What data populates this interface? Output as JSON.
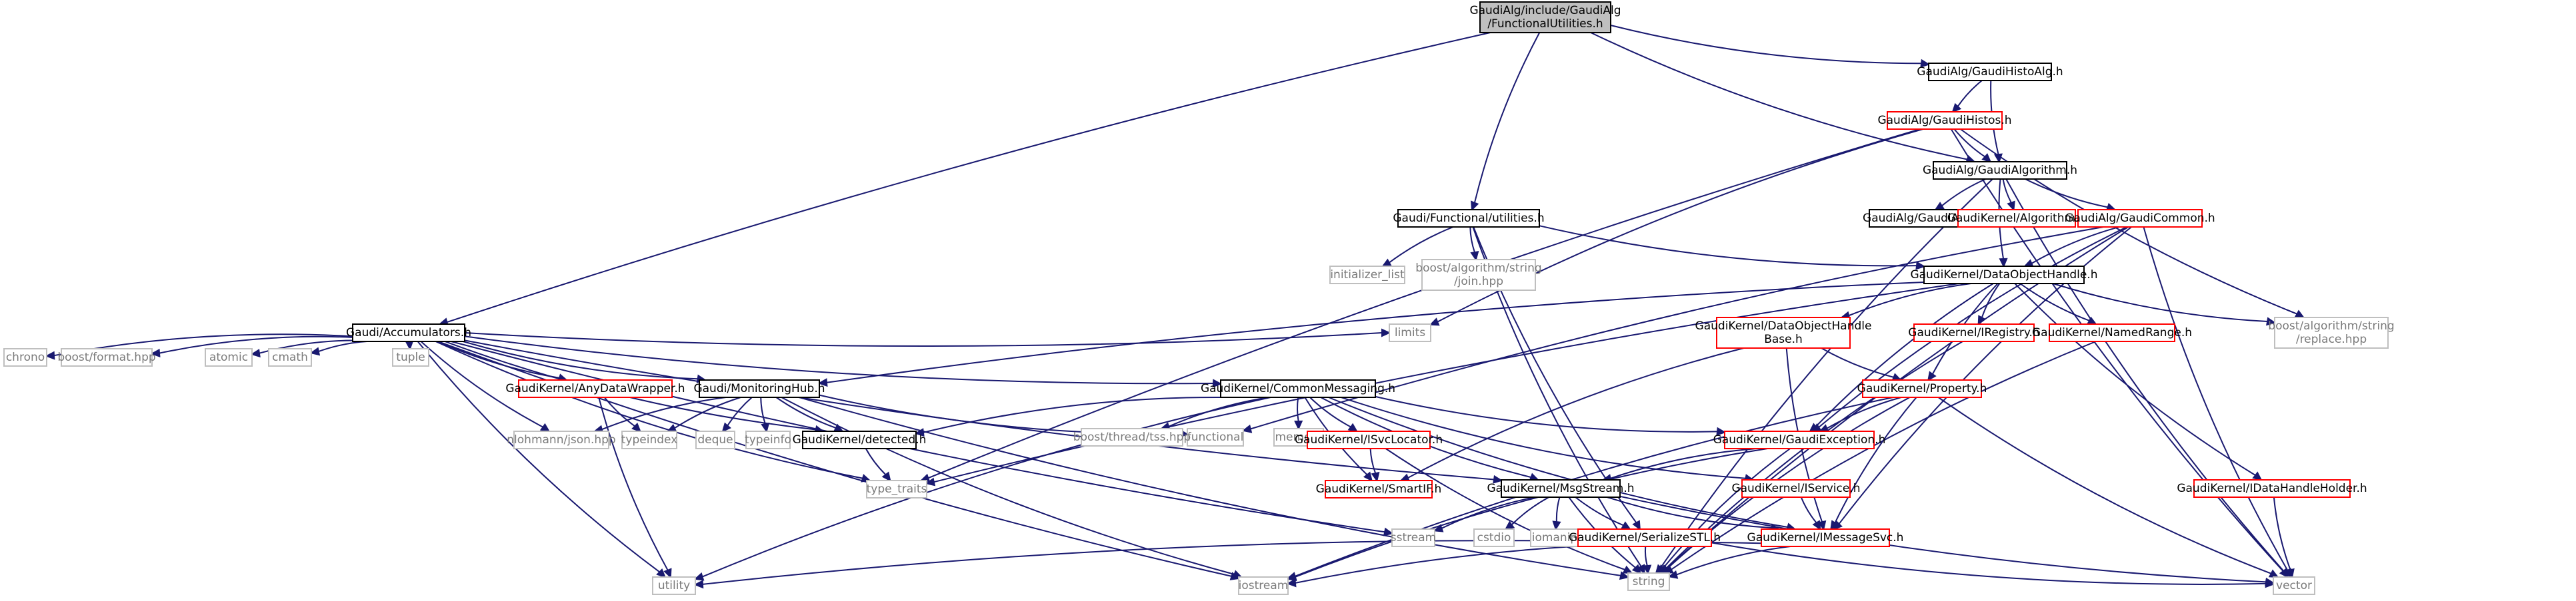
{
  "colors": {
    "root_fill": "#bfbfbf",
    "root_border": "#000000",
    "local_border": "#000000",
    "link_border": "#ff0000",
    "system_border": "#bfbfbf",
    "edge": "#191970"
  },
  "nodes": [
    {
      "id": "root",
      "kind": "root",
      "lines": [
        "GaudiAlg/include/GaudiAlg",
        "/FunctionalUtilities.h"
      ]
    },
    {
      "id": "histoalg",
      "kind": "local",
      "lines": [
        "GaudiAlg/GaudiHistoAlg.h"
      ]
    },
    {
      "id": "histos",
      "kind": "link",
      "lines": [
        "GaudiAlg/GaudiHistos.h"
      ]
    },
    {
      "id": "algorithm",
      "kind": "local",
      "lines": [
        "GaudiAlg/GaudiAlgorithm.h"
      ]
    },
    {
      "id": "gaudialg",
      "kind": "local",
      "lines": [
        "GaudiAlg/GaudiAlg.h"
      ]
    },
    {
      "id": "gkalgorithm",
      "kind": "link",
      "lines": [
        "GaudiKernel/Algorithm.h"
      ]
    },
    {
      "id": "common",
      "kind": "link",
      "lines": [
        "GaudiAlg/GaudiCommon.h"
      ]
    },
    {
      "id": "funcutil",
      "kind": "local",
      "lines": [
        "Gaudi/Functional/utilities.h"
      ]
    },
    {
      "id": "initlist",
      "kind": "sys",
      "lines": [
        "initializer_list"
      ]
    },
    {
      "id": "joinhpp",
      "kind": "sys",
      "lines": [
        "boost/algorithm/string",
        "/join.hpp"
      ]
    },
    {
      "id": "dohandle",
      "kind": "local",
      "lines": [
        "GaudiKernel/DataObjectHandle.h"
      ]
    },
    {
      "id": "accum",
      "kind": "local",
      "lines": [
        "Gaudi/Accumulators.h"
      ]
    },
    {
      "id": "chrono",
      "kind": "sys",
      "lines": [
        "chrono"
      ]
    },
    {
      "id": "format",
      "kind": "sys",
      "lines": [
        "boost/format.hpp"
      ]
    },
    {
      "id": "atomic",
      "kind": "sys",
      "lines": [
        "atomic"
      ]
    },
    {
      "id": "cmath",
      "kind": "sys",
      "lines": [
        "cmath"
      ]
    },
    {
      "id": "tuple",
      "kind": "sys",
      "lines": [
        "tuple"
      ]
    },
    {
      "id": "limits",
      "kind": "sys",
      "lines": [
        "limits"
      ]
    },
    {
      "id": "anydata",
      "kind": "link",
      "lines": [
        "GaudiKernel/AnyDataWrapper.h"
      ]
    },
    {
      "id": "monhub",
      "kind": "local",
      "lines": [
        "Gaudi/MonitoringHub.h"
      ]
    },
    {
      "id": "cmsg",
      "kind": "local",
      "lines": [
        "GaudiKernel/CommonMessaging.h"
      ]
    },
    {
      "id": "dohbase",
      "kind": "link",
      "lines": [
        "GaudiKernel/DataObjectHandle",
        "Base.h"
      ]
    },
    {
      "id": "iregistry",
      "kind": "link",
      "lines": [
        "GaudiKernel/IRegistry.h"
      ]
    },
    {
      "id": "namedrange",
      "kind": "link",
      "lines": [
        "GaudiKernel/NamedRange.h"
      ]
    },
    {
      "id": "replace",
      "kind": "sys",
      "lines": [
        "boost/algorithm/string",
        "/replace.hpp"
      ]
    },
    {
      "id": "property",
      "kind": "link",
      "lines": [
        "GaudiKernel/Property.h"
      ]
    },
    {
      "id": "functional",
      "kind": "sys",
      "lines": [
        "functional"
      ]
    },
    {
      "id": "memory",
      "kind": "sys",
      "lines": [
        "memory"
      ]
    },
    {
      "id": "tss",
      "kind": "sys",
      "lines": [
        "boost/thread/tss.hpp"
      ]
    },
    {
      "id": "nlohmann",
      "kind": "sys",
      "lines": [
        "nlohmann/json.hpp"
      ]
    },
    {
      "id": "typeindex",
      "kind": "sys",
      "lines": [
        "typeindex"
      ]
    },
    {
      "id": "deque",
      "kind": "sys",
      "lines": [
        "deque"
      ]
    },
    {
      "id": "typeinfo",
      "kind": "sys",
      "lines": [
        "typeinfo"
      ]
    },
    {
      "id": "detected",
      "kind": "local",
      "lines": [
        "GaudiKernel/detected.h"
      ]
    },
    {
      "id": "isvcloc",
      "kind": "link",
      "lines": [
        "GaudiKernel/ISvcLocator.h"
      ]
    },
    {
      "id": "gexception",
      "kind": "link",
      "lines": [
        "GaudiKernel/GaudiException.h"
      ]
    },
    {
      "id": "typetraits",
      "kind": "sys",
      "lines": [
        "type_traits"
      ]
    },
    {
      "id": "smartif",
      "kind": "link",
      "lines": [
        "GaudiKernel/SmartIF.h"
      ]
    },
    {
      "id": "msgstream",
      "kind": "local",
      "lines": [
        "GaudiKernel/MsgStream.h"
      ]
    },
    {
      "id": "iservice",
      "kind": "link",
      "lines": [
        "GaudiKernel/IService.h"
      ]
    },
    {
      "id": "idatahandle",
      "kind": "link",
      "lines": [
        "GaudiKernel/IDataHandleHolder.h"
      ]
    },
    {
      "id": "sstream",
      "kind": "sys",
      "lines": [
        "sstream"
      ]
    },
    {
      "id": "cstdio",
      "kind": "sys",
      "lines": [
        "cstdio"
      ]
    },
    {
      "id": "iomanip",
      "kind": "sys",
      "lines": [
        "iomanip"
      ]
    },
    {
      "id": "serialize",
      "kind": "link",
      "lines": [
        "GaudiKernel/SerializeSTL.h"
      ]
    },
    {
      "id": "imsgsvc",
      "kind": "link",
      "lines": [
        "GaudiKernel/IMessageSvc.h"
      ]
    },
    {
      "id": "utility",
      "kind": "sys",
      "lines": [
        "utility"
      ]
    },
    {
      "id": "iostream",
      "kind": "sys",
      "lines": [
        "iostream"
      ]
    },
    {
      "id": "string",
      "kind": "sys",
      "lines": [
        "string"
      ]
    },
    {
      "id": "vector",
      "kind": "sys",
      "lines": [
        "vector"
      ]
    }
  ],
  "edges": [
    [
      "root",
      "histoalg"
    ],
    [
      "root",
      "algorithm"
    ],
    [
      "root",
      "funcutil"
    ],
    [
      "root",
      "accum"
    ],
    [
      "histoalg",
      "histos"
    ],
    [
      "histoalg",
      "algorithm"
    ],
    [
      "histos",
      "algorithm"
    ],
    [
      "histos",
      "limits"
    ],
    [
      "histos",
      "typetraits"
    ],
    [
      "histos",
      "replace"
    ],
    [
      "histos",
      "vector"
    ],
    [
      "algorithm",
      "gaudialg"
    ],
    [
      "algorithm",
      "gkalgorithm"
    ],
    [
      "algorithm",
      "common"
    ],
    [
      "algorithm",
      "dohandle"
    ],
    [
      "algorithm",
      "string"
    ],
    [
      "algorithm",
      "vector"
    ],
    [
      "common",
      "dohandle"
    ],
    [
      "common",
      "gexception"
    ],
    [
      "common",
      "imsgsvc"
    ],
    [
      "common",
      "string"
    ],
    [
      "common",
      "vector"
    ],
    [
      "common",
      "functional"
    ],
    [
      "funcutil",
      "initlist"
    ],
    [
      "funcutil",
      "joinhpp"
    ],
    [
      "funcutil",
      "dohandle"
    ],
    [
      "funcutil",
      "serialize"
    ],
    [
      "funcutil",
      "string"
    ],
    [
      "dohandle",
      "dohbase"
    ],
    [
      "dohandle",
      "iregistry"
    ],
    [
      "dohandle",
      "namedrange"
    ],
    [
      "dohandle",
      "property"
    ],
    [
      "dohandle",
      "gexception"
    ],
    [
      "dohandle",
      "idatahandle"
    ],
    [
      "dohandle",
      "replace"
    ],
    [
      "dohandle",
      "monhub"
    ],
    [
      "dohandle",
      "typetraits"
    ],
    [
      "accum",
      "chrono"
    ],
    [
      "accum",
      "format"
    ],
    [
      "accum",
      "atomic"
    ],
    [
      "accum",
      "cmath"
    ],
    [
      "accum",
      "tuple"
    ],
    [
      "accum",
      "limits"
    ],
    [
      "accum",
      "anydata"
    ],
    [
      "accum",
      "monhub"
    ],
    [
      "accum",
      "cmsg"
    ],
    [
      "accum",
      "nlohmann"
    ],
    [
      "accum",
      "detected"
    ],
    [
      "accum",
      "msgstream"
    ],
    [
      "accum",
      "utility"
    ],
    [
      "accum",
      "iostream"
    ],
    [
      "accum",
      "sstream"
    ],
    [
      "accum",
      "typetraits"
    ],
    [
      "anydata",
      "typeindex"
    ],
    [
      "anydata",
      "utility"
    ],
    [
      "monhub",
      "nlohmann"
    ],
    [
      "monhub",
      "typeindex"
    ],
    [
      "monhub",
      "deque"
    ],
    [
      "monhub",
      "typeinfo"
    ],
    [
      "monhub",
      "detected"
    ],
    [
      "monhub",
      "functional"
    ],
    [
      "monhub",
      "string"
    ],
    [
      "monhub",
      "iostream"
    ],
    [
      "cmsg",
      "detected"
    ],
    [
      "cmsg",
      "tss"
    ],
    [
      "cmsg",
      "memory"
    ],
    [
      "cmsg",
      "isvcloc"
    ],
    [
      "cmsg",
      "gexception"
    ],
    [
      "cmsg",
      "smartif"
    ],
    [
      "cmsg",
      "msgstream"
    ],
    [
      "cmsg",
      "iservice"
    ],
    [
      "cmsg",
      "imsgsvc"
    ],
    [
      "cmsg",
      "utility"
    ],
    [
      "dohbase",
      "property"
    ],
    [
      "dohbase",
      "imsgsvc"
    ],
    [
      "dohbase",
      "smartif"
    ],
    [
      "iregistry",
      "string"
    ],
    [
      "namedrange",
      "string"
    ],
    [
      "property",
      "gexception"
    ],
    [
      "property",
      "imsgsvc"
    ],
    [
      "property",
      "string"
    ],
    [
      "property",
      "vector"
    ],
    [
      "property",
      "iostream"
    ],
    [
      "detected",
      "typetraits"
    ],
    [
      "isvcloc",
      "smartif"
    ],
    [
      "isvcloc",
      "string"
    ],
    [
      "gexception",
      "msgstream"
    ],
    [
      "gexception",
      "string"
    ],
    [
      "gexception",
      "iostream"
    ],
    [
      "msgstream",
      "imsgsvc"
    ],
    [
      "msgstream",
      "serialize"
    ],
    [
      "msgstream",
      "sstream"
    ],
    [
      "msgstream",
      "cstdio"
    ],
    [
      "msgstream",
      "iomanip"
    ],
    [
      "msgstream",
      "string"
    ],
    [
      "msgstream",
      "vector"
    ],
    [
      "iservice",
      "imsgsvc"
    ],
    [
      "idatahandle",
      "vector"
    ],
    [
      "serialize",
      "utility"
    ],
    [
      "serialize",
      "vector"
    ],
    [
      "serialize",
      "string"
    ],
    [
      "imsgsvc",
      "string"
    ],
    [
      "imsgsvc",
      "iostream"
    ]
  ]
}
